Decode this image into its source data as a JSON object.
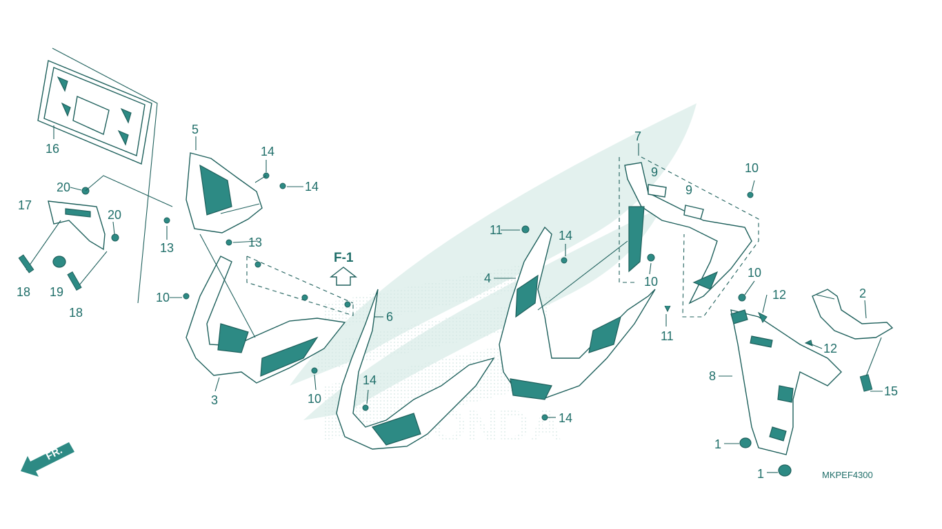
{
  "diagram_code": "MKPEF4300",
  "section_ref": "F-1",
  "front_marker": "FR.",
  "colors": {
    "part_fill": "#2d8a84",
    "part_stroke": "#1d5f5b",
    "watermark": "#e3f1ee",
    "label": "#1f6e69"
  },
  "callouts": {
    "c1a": "1",
    "c1b": "1",
    "c2": "2",
    "c3": "3",
    "c4": "4",
    "c5": "5",
    "c6": "6",
    "c7": "7",
    "c8": "8",
    "c9a": "9",
    "c9b": "9",
    "c10a": "10",
    "c10b": "10",
    "c10c": "10",
    "c10d": "10",
    "c10e": "10",
    "c11a": "11",
    "c11b": "11",
    "c12a": "12",
    "c12b": "12",
    "c13a": "13",
    "c13b": "13",
    "c14a": "14",
    "c14b": "14",
    "c14c": "14",
    "c14d": "14",
    "c14e": "14",
    "c15": "15",
    "c16": "16",
    "c17": "17",
    "c18a": "18",
    "c18b": "18",
    "c19": "19",
    "c20a": "20",
    "c20b": "20"
  }
}
